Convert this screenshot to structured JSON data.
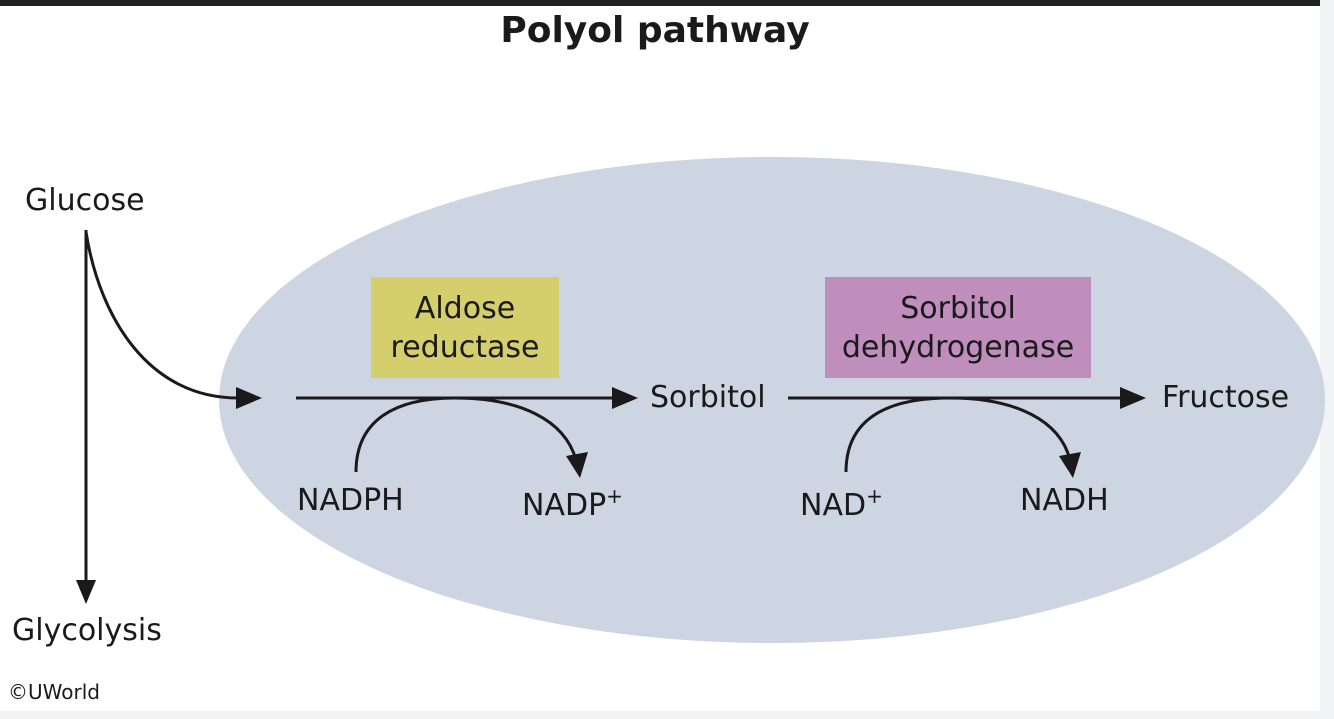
{
  "title": "Polyol pathway",
  "nodes": {
    "glucose": "Glucose",
    "glycolysis": "Glycolysis",
    "sorbitol": "Sorbitol",
    "fructose": "Fructose"
  },
  "enzymes": {
    "aldose_reductase": {
      "line1": "Aldose",
      "line2": "reductase"
    },
    "sorbitol_dehydrogenase": {
      "line1": "Sorbitol",
      "line2": "dehydrogenase"
    }
  },
  "cofactors": {
    "nadph": "NADPH",
    "nadp_base": "NADP",
    "nadp_sup": "+",
    "nad_base": "NAD",
    "nad_sup": "+",
    "nadh": "NADH"
  },
  "copyright": "©UWorld",
  "colors": {
    "cell": "#cdd4e2",
    "aldose_box": "#d4cf6c",
    "sdh_box": "#c08ebd",
    "ink": "#1a1a1a"
  }
}
